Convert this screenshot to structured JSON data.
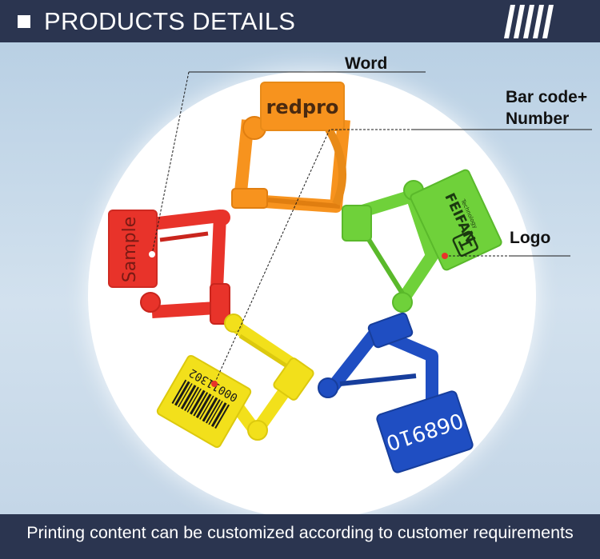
{
  "header": {
    "title": "PRODUCTS DETAILS"
  },
  "callouts": {
    "word": "Word",
    "barcode_line1": "Bar code+",
    "barcode_line2": "Number",
    "logo": "Logo"
  },
  "tags": {
    "orange_text": "redpro",
    "red_text": "Sample",
    "green_brand": "FEIFAN",
    "green_sub": "Technology",
    "yellow_number": "00011302",
    "blue_number": "068910"
  },
  "footer": {
    "caption": "Printing content can be customized according to customer requirements"
  },
  "colors": {
    "header_bg": "#2b3550",
    "orange": "#f7931e",
    "red": "#e8332a",
    "green": "#6fd13a",
    "yellow": "#f2e01b",
    "blue": "#1f4ec2"
  }
}
